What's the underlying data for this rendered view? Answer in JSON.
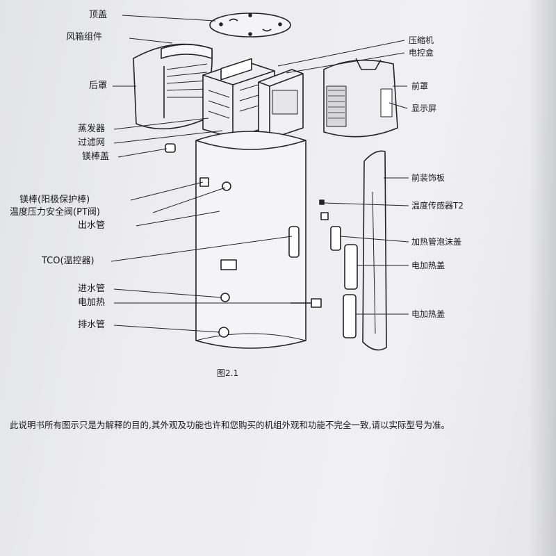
{
  "labels_left": [
    {
      "key": "top_cover",
      "text": "顶盖"
    },
    {
      "key": "fan_box",
      "text": "风箱组件"
    },
    {
      "key": "rear_cover",
      "text": "后罩"
    },
    {
      "key": "evaporator",
      "text": "蒸发器"
    },
    {
      "key": "filter",
      "text": "过滤网"
    },
    {
      "key": "rod_cap",
      "text": "镁棒盖"
    },
    {
      "key": "mg_rod",
      "text": "镁棒(阳极保护棒)"
    },
    {
      "key": "pt_valve",
      "text": "温度压力安全阀(PT阀)"
    },
    {
      "key": "water_outlet",
      "text": "出水管"
    },
    {
      "key": "tco",
      "text": "TCO(温控器)"
    },
    {
      "key": "water_inlet",
      "text": "进水管"
    },
    {
      "key": "electric_heater",
      "text": "电加热"
    },
    {
      "key": "drain",
      "text": "排水管"
    }
  ],
  "labels_right": [
    {
      "key": "compressor",
      "text": "压缩机"
    },
    {
      "key": "control_box",
      "text": "电控盒"
    },
    {
      "key": "front_cover",
      "text": "前罩"
    },
    {
      "key": "display",
      "text": "显示屏"
    },
    {
      "key": "front_trim",
      "text": "前装饰板"
    },
    {
      "key": "temp_sensor",
      "text": "温度传感器T2"
    },
    {
      "key": "heater_foam_cap",
      "text": "加热管泡沫盖"
    },
    {
      "key": "heater_cover_1",
      "text": "电加热盖"
    },
    {
      "key": "heater_cover_2",
      "text": "电加热盖"
    }
  ],
  "figure_caption": "图2.1",
  "disclaimer": "此说明书所有图示只是为解释的目的,其外观及功能也许和您购买的机组外观和功能不完全一致,请以实际型号为准。"
}
